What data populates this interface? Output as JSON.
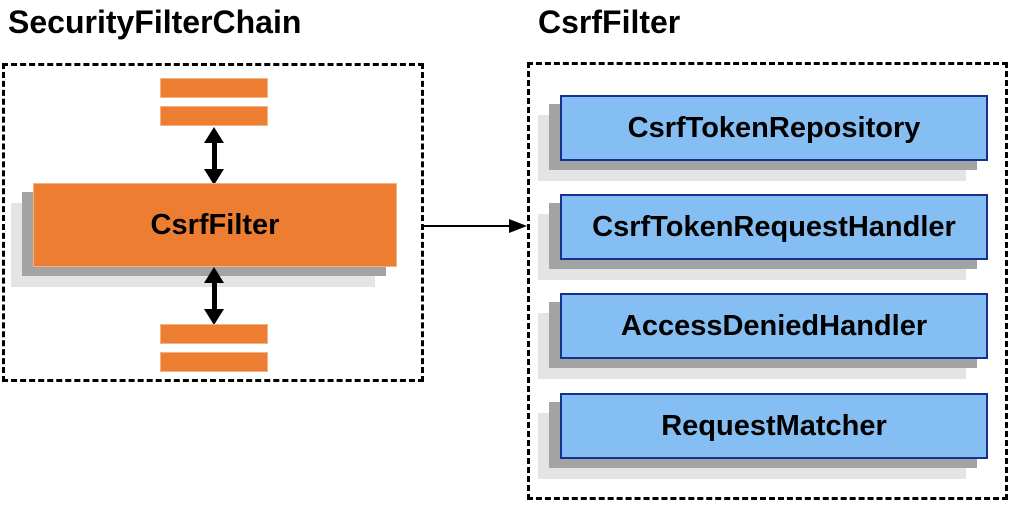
{
  "left_panel": {
    "title": "SecurityFilterChain",
    "filter_box_label": "CsrfFilter"
  },
  "right_panel": {
    "title": "CsrfFilter",
    "components": [
      "CsrfTokenRepository",
      "CsrfTokenRequestHandler",
      "AccessDeniedHandler",
      "RequestMatcher"
    ]
  },
  "colors": {
    "orange_fill": "#ED7D31",
    "blue_fill": "#85BEF2",
    "blue_border": "#16318F",
    "shadow_dark": "#A3A3A3",
    "shadow_light": "#E4E4E4",
    "arrow": "#000000",
    "dashed_border": "#000000"
  }
}
